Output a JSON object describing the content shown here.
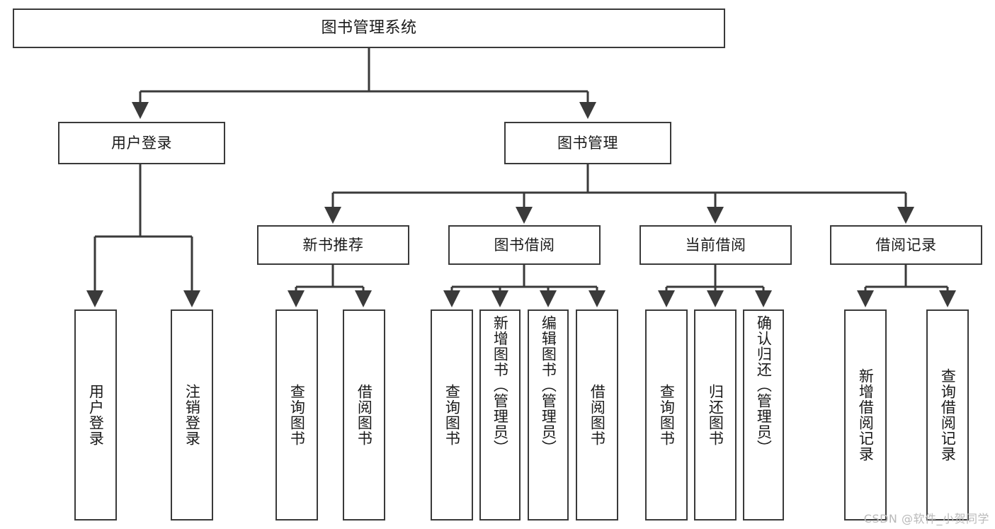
{
  "diagram": {
    "title": "图书管理系统",
    "type": "tree",
    "watermark": "CSDN @软件_小贺同学",
    "colors": {
      "stroke": "#3a3a3a",
      "fill": "#ffffff",
      "text": "#1a1a1a",
      "watermark": "#b9b9b9"
    },
    "nodes": {
      "root": {
        "label": "图书管理系统"
      },
      "level2": [
        {
          "id": "user-login",
          "label": "用户登录"
        },
        {
          "id": "book-manage",
          "label": "图书管理"
        }
      ],
      "level3": [
        {
          "id": "new-book-recommend",
          "label": "新书推荐"
        },
        {
          "id": "book-borrow",
          "label": "图书借阅"
        },
        {
          "id": "current-borrow",
          "label": "当前借阅"
        },
        {
          "id": "borrow-record",
          "label": "借阅记录"
        }
      ],
      "leaves": {
        "user_login": [
          {
            "id": "leaf-user-login",
            "label": "用户登录"
          },
          {
            "id": "leaf-logout",
            "label": "注销登录"
          }
        ],
        "new_book_recommend": [
          {
            "id": "leaf-query-book-1",
            "label": "查询图书"
          },
          {
            "id": "leaf-borrow-book-1",
            "label": "借阅图书"
          }
        ],
        "book_borrow": [
          {
            "id": "leaf-query-book-2",
            "label": "查询图书"
          },
          {
            "id": "leaf-add-book",
            "label": "新增图书（管理员）"
          },
          {
            "id": "leaf-edit-book",
            "label": "编辑图书（管理员）"
          },
          {
            "id": "leaf-borrow-book-2",
            "label": "借阅图书"
          }
        ],
        "current_borrow": [
          {
            "id": "leaf-query-book-3",
            "label": "查询图书"
          },
          {
            "id": "leaf-return-book",
            "label": "归还图书"
          },
          {
            "id": "leaf-confirm-return",
            "label": "确认归还（管理员）"
          }
        ],
        "borrow_record": [
          {
            "id": "leaf-add-record",
            "label": "新增借阅记录"
          },
          {
            "id": "leaf-query-record",
            "label": "查询借阅记录"
          }
        ]
      }
    }
  }
}
